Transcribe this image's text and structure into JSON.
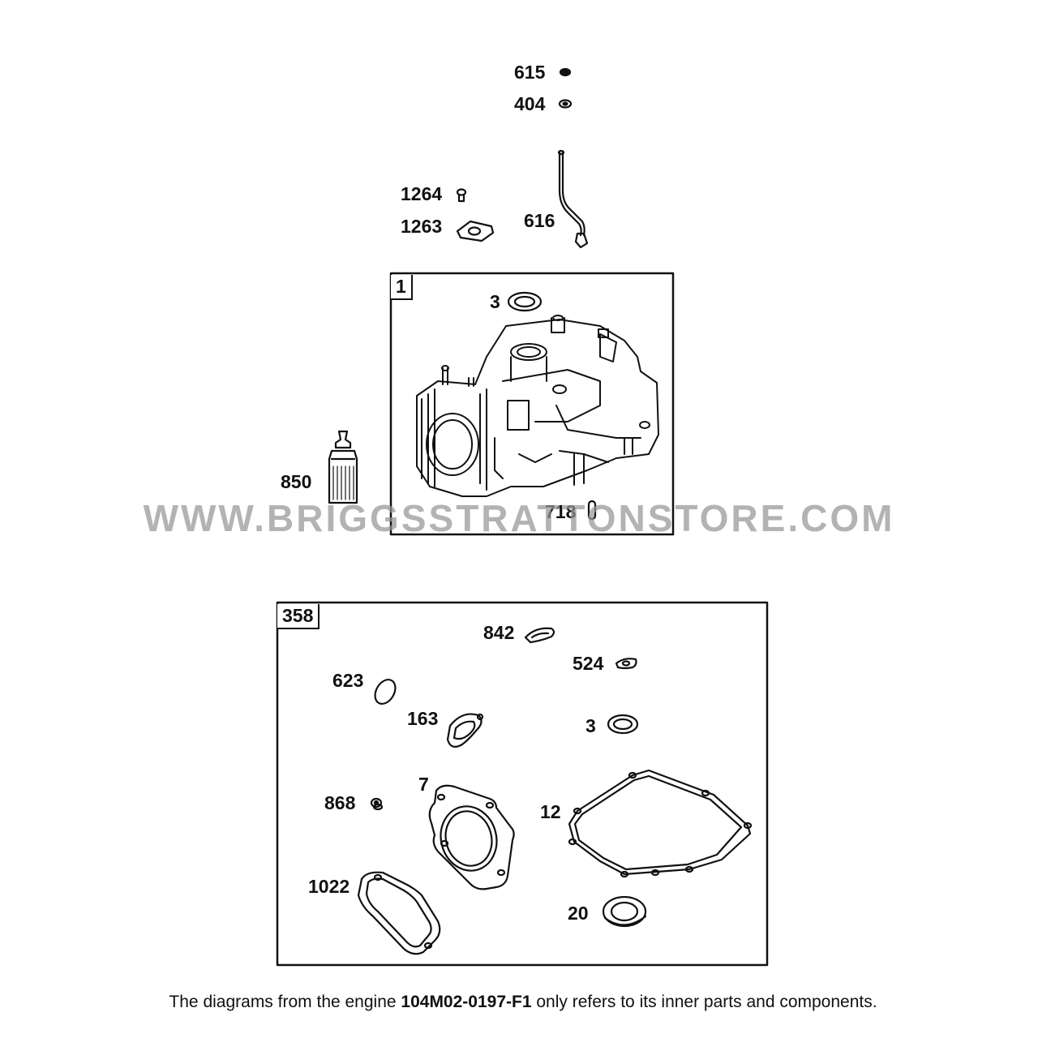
{
  "upper_group": {
    "box_tag": "1",
    "parts": [
      {
        "id": "615",
        "label": "615"
      },
      {
        "id": "404",
        "label": "404"
      },
      {
        "id": "1264",
        "label": "1264"
      },
      {
        "id": "1263",
        "label": "1263"
      },
      {
        "id": "616",
        "label": "616"
      },
      {
        "id": "3",
        "label": "3"
      },
      {
        "id": "850",
        "label": "850"
      },
      {
        "id": "718",
        "label": "718"
      }
    ]
  },
  "lower_group": {
    "box_tag": "358",
    "parts": [
      {
        "id": "842",
        "label": "842"
      },
      {
        "id": "524",
        "label": "524"
      },
      {
        "id": "623",
        "label": "623"
      },
      {
        "id": "163",
        "label": "163"
      },
      {
        "id": "3",
        "label": "3"
      },
      {
        "id": "7",
        "label": "7"
      },
      {
        "id": "868",
        "label": "868"
      },
      {
        "id": "12",
        "label": "12"
      },
      {
        "id": "1022",
        "label": "1022"
      },
      {
        "id": "20",
        "label": "20"
      }
    ]
  },
  "watermark": "WWW.BRIGGSSTRATTONSTORE.COM",
  "footer": {
    "prefix": "The diagrams from the engine ",
    "engine_model": "104M02-0197-F1",
    "suffix": " only refers to its inner parts and components."
  }
}
